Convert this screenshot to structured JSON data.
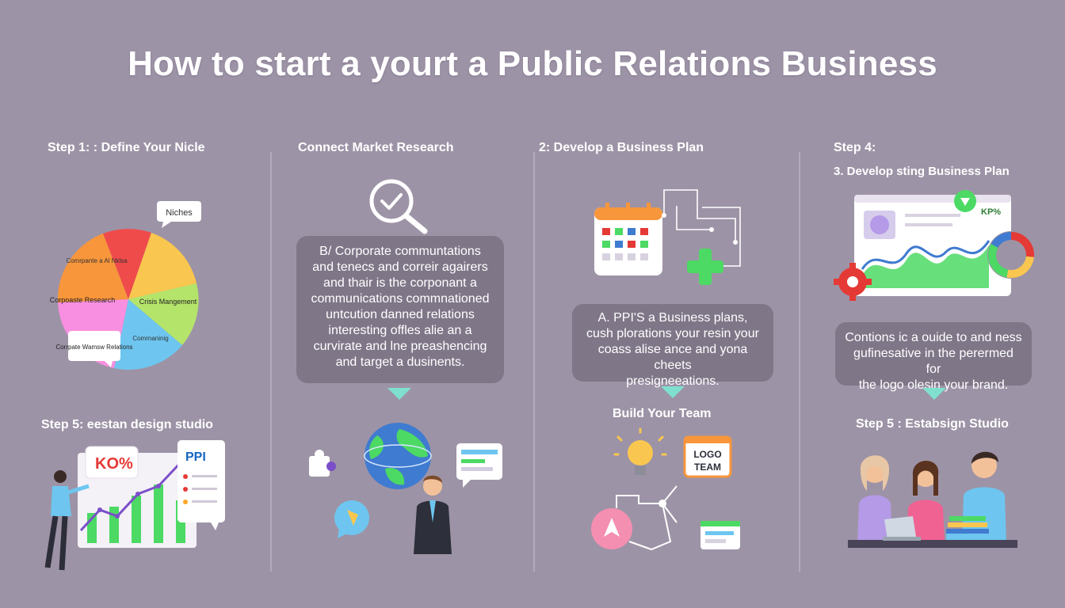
{
  "title": "How to start a yourt a Public Relations Business",
  "colors": {
    "background": "#9d93a6",
    "bubble": "#7f7688",
    "pointer": "#7fe0cf",
    "green": "#4cd964",
    "purple": "#7b4fc9"
  },
  "col1": {
    "heading": "Step 1: : Define Your Nicle",
    "pie_labels": [
      "Niches",
      "Comrpante a Al Nklsa",
      "Corpoaste Research",
      "Crisis Mangement",
      "Comrnaninig",
      "Corrpate Wamsw Relations"
    ],
    "icons": [
      "pie-chart-icon",
      "speech-bubble-icon"
    ]
  },
  "col2": {
    "heading": "Connect Market Research",
    "bubble_lines": [
      "B/ Corporate communtations",
      "and tenecs and correir agairers",
      "and thair is the corponant a",
      "communications commnationed",
      "untcution danned relations",
      "interesting offles alie an a",
      "curvirate and lne preashencing",
      "and target a dusinents."
    ],
    "icons": [
      "magnifier-check-icon",
      "puzzle-icon",
      "globe-icon",
      "chat-window-icon",
      "chat-bubble-icon",
      "businessman-icon"
    ]
  },
  "col3": {
    "heading": "2: Develop a Business Plan",
    "bubble_lines": [
      "A. PPI'S a Business plans,",
      "cush plorations your resin your",
      "coass alise ance and yona cheets",
      "presigneeations."
    ],
    "subheading": "Build Your Team",
    "logo_card": [
      "LOGO",
      "TEAM"
    ],
    "icons": [
      "calendar-icon",
      "plus-icon",
      "lightbulb-icon",
      "logo-card-icon",
      "network-icon",
      "arrow-up-icon",
      "browser-window-icon"
    ]
  },
  "col4": {
    "step_label": "Step 4:",
    "heading": "3. Develop sting Business Plan",
    "kpi_label": "KP%",
    "bubble_lines": [
      "Contions ic a ouide to and ness",
      "gufinesative in the perermed for",
      "the logo olesin your brand."
    ],
    "subheading": "Step 5 : Estabsign Studio",
    "icons": [
      "dashboard-icon",
      "gear-icon",
      "donut-chart-icon",
      "team-icon",
      "laptop-icon"
    ]
  },
  "col1_bottom": {
    "heading": "Step 5: eestan design studio",
    "kpi_card": "KO%",
    "ppi_card": "PPI",
    "icons": [
      "growth-chart-icon",
      "presenter-icon",
      "document-icon"
    ]
  }
}
